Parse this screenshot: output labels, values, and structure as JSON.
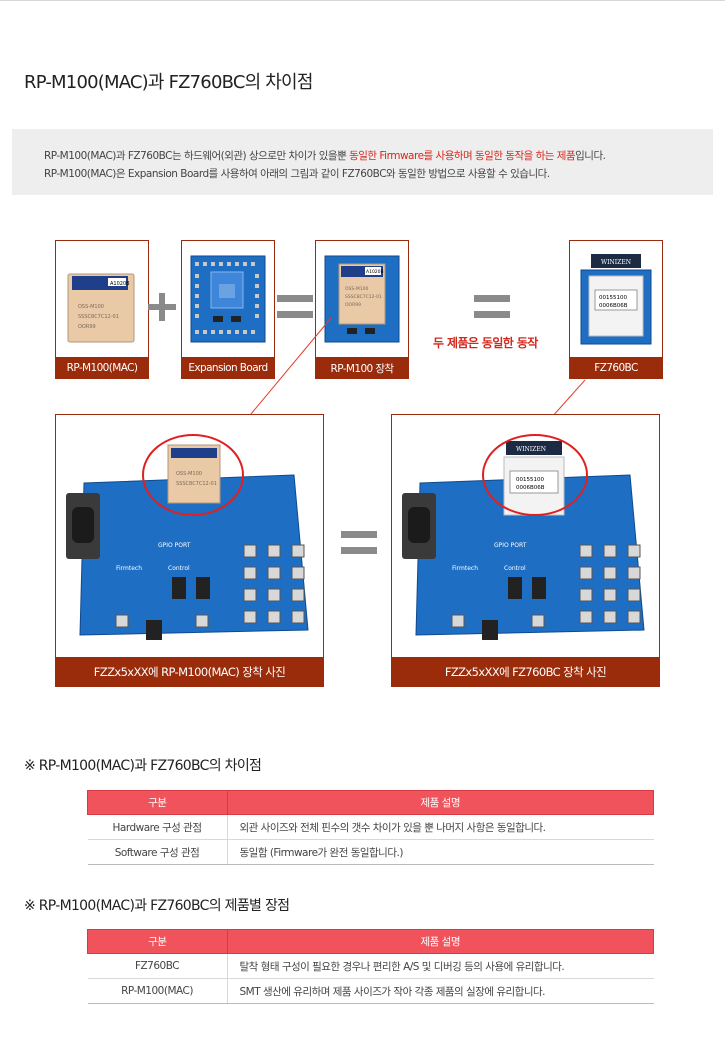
{
  "page": {
    "title": "RP-M100(MAC)과 FZ760BC의 차이점"
  },
  "notice": {
    "line1_a": "RP-M100(MAC)과 FZ760BC는 하드웨어(외관) 상으로만 차이가 있을뿐 ",
    "line1_highlight": "동일한 Firmware를 사용하며 동일한 동작을 하는 제품",
    "line1_b": "입니다.",
    "line2": "RP-M100(MAC)은 Expansion Board를 사용하여 아래의 그림과 같이 FZ760BC와 동일한 방법으로 사용할 수 있습니다."
  },
  "thumbs": {
    "module": "RP-M100(MAC)",
    "expansion": "Expansion Board",
    "mounted": "RP-M100 장착",
    "fz760bc": "FZ760BC"
  },
  "module_text": {
    "tag": "A1020B",
    "line1": "OSS-M100",
    "line2": "SSSC8C7C12-01",
    "line3": "OOR99",
    "fz_line1": "00155100",
    "fz_line2": "0006B06B",
    "fz_brand": "WINIZEN"
  },
  "same_label": "두 제품은 동일한 동작",
  "photos": {
    "left_caption": "FZZx5xXX에 RP-M100(MAC) 장착 사진",
    "right_caption": "FZZx5xXX에 FZ760BC 장착 사진",
    "board_label_gpio": "GPIO PORT",
    "board_label_control": "Control",
    "board_label_firmtech": "Firmtech"
  },
  "section1": {
    "title": "※ RP-M100(MAC)과 FZ760BC의 차이점",
    "headers": [
      "구분",
      "제품 설명"
    ],
    "rows": [
      [
        "Hardware 구성 관점",
        "외관 사이즈와 전체 핀수의 갯수 차이가 있을 뿐 나머지 사항은 동일합니다."
      ],
      [
        "Software 구성 관점",
        "동일함 (Firmware가 완전 동일합니다.)"
      ]
    ]
  },
  "section2": {
    "title": "※ RP-M100(MAC)과 FZ760BC의 제품별 장점",
    "headers": [
      "구분",
      "제품 설명"
    ],
    "rows": [
      [
        "FZ760BC",
        "탈착 형태 구성이 필요한 경우나 편리한 A/S 및 디버깅 등의 사용에 유리합니다."
      ],
      [
        "RP-M100(MAC)",
        "SMT 생산에 유리하며 제품 사이즈가 작아 각종 제품의 실장에 유리합니다."
      ]
    ]
  },
  "colors": {
    "caption_bg": "#9a2b0b",
    "highlight": "#d4281c",
    "table_header": "#f0535c",
    "board_blue": "#1e6fc4"
  }
}
